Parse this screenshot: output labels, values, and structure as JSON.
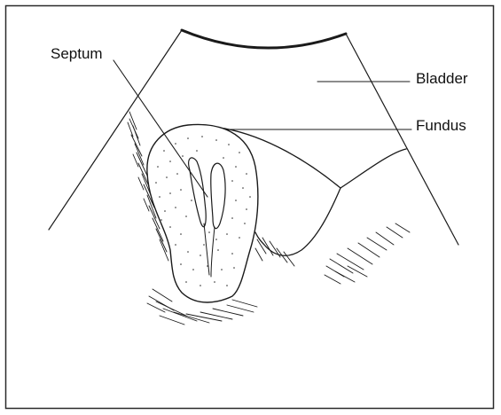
{
  "labels": {
    "septum": "Septum",
    "bladder": "Bladder",
    "fundus": "Fundus"
  },
  "colors": {
    "line": "#1a1a1a",
    "background": "#ffffff",
    "border": "#2a2a2a"
  }
}
